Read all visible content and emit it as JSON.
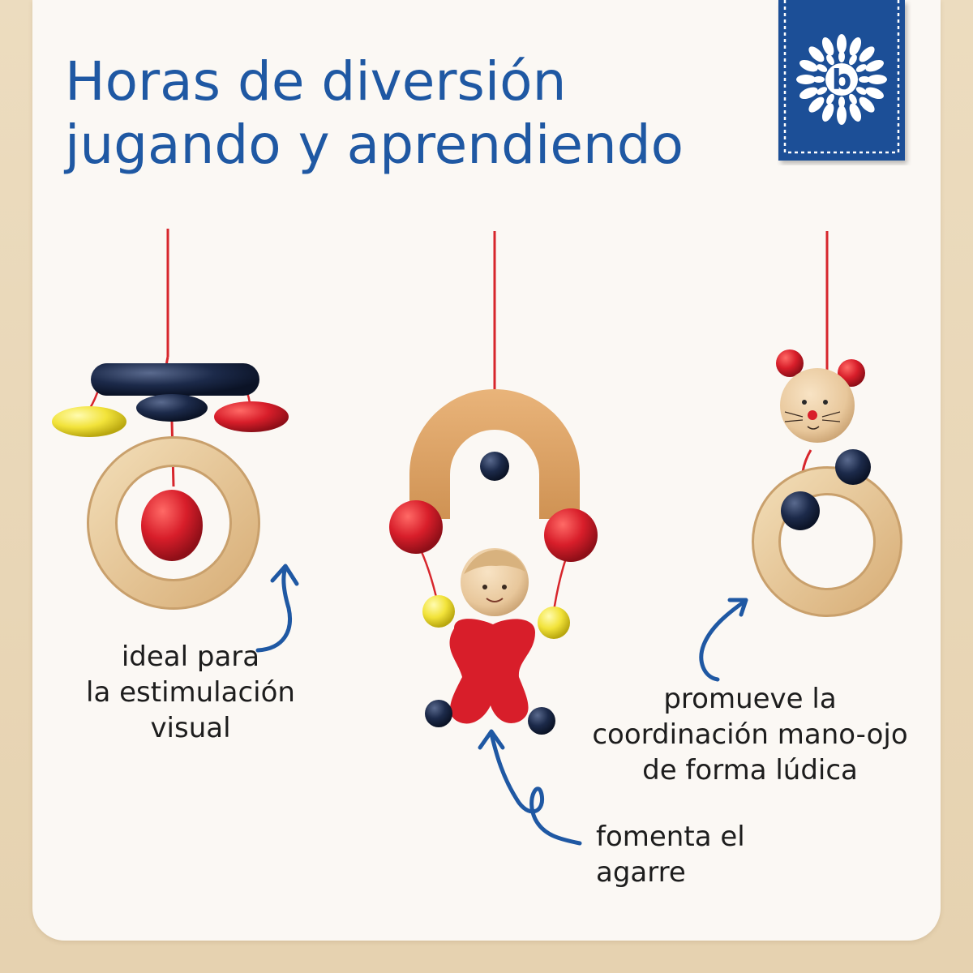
{
  "header": {
    "title_line1": "Horas de diversión",
    "title_line2": "jugando y aprendiendo"
  },
  "brand": {
    "logo_icon": "flower-b-logo",
    "logo_letter": "b"
  },
  "captions": {
    "left": [
      "ideal para",
      "la estimulación",
      "visual"
    ],
    "middle": [
      "fomenta el",
      "agarre"
    ],
    "right": [
      "promueve la",
      "coordinación mano-ojo",
      "de forma lúdica"
    ]
  },
  "colors": {
    "brand_blue": "#1f58a3",
    "card_bg": "#fbf8f4",
    "page_bg": "#e9d7b8",
    "toy_red": "#d81e2a",
    "toy_navy": "#1c2a4a",
    "toy_yellow": "#f2e33a",
    "wood": "#e7c897"
  }
}
